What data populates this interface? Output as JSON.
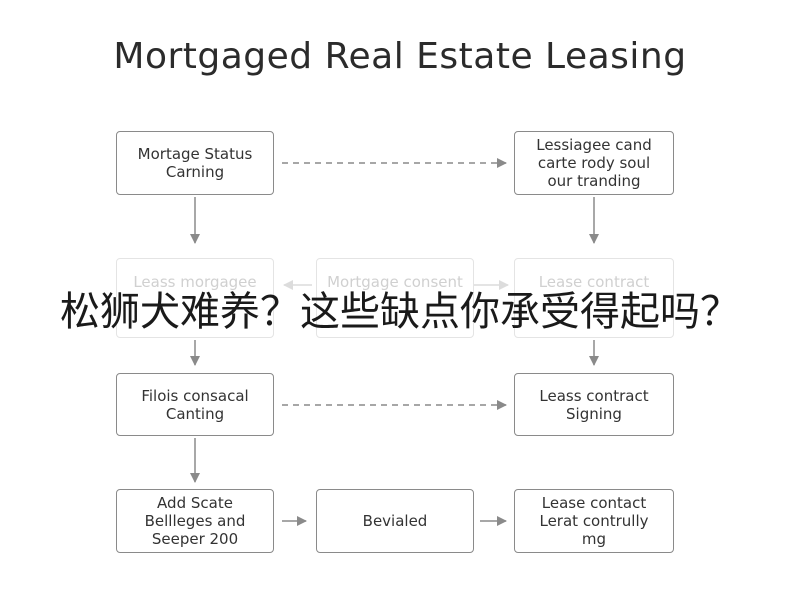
{
  "diagram": {
    "title": "Mortgaged Real Estate Leasing",
    "nodes": {
      "mortgage_status": "Mortage Status\nCarning",
      "lessiagee": "Lessiagee cand\ncarte rody soul\nour tranding",
      "leass_morgagee": "Leass morgagee",
      "mortgage_consent": "Mortgage consent",
      "lease_contract_faded": "Lease contract",
      "filois": "Filois consacal\nCanting",
      "leass_contract_signing": "Leass contract\nSigning",
      "add_scate": "Add Scate\nBellleges and\nSeeper 200",
      "bevialed": "Bevialed",
      "lease_contact": "Lease contact\nLerat contrully\nmg"
    }
  },
  "overlay": {
    "text": "松狮犬难养？这些缺点你承受得起吗？"
  }
}
